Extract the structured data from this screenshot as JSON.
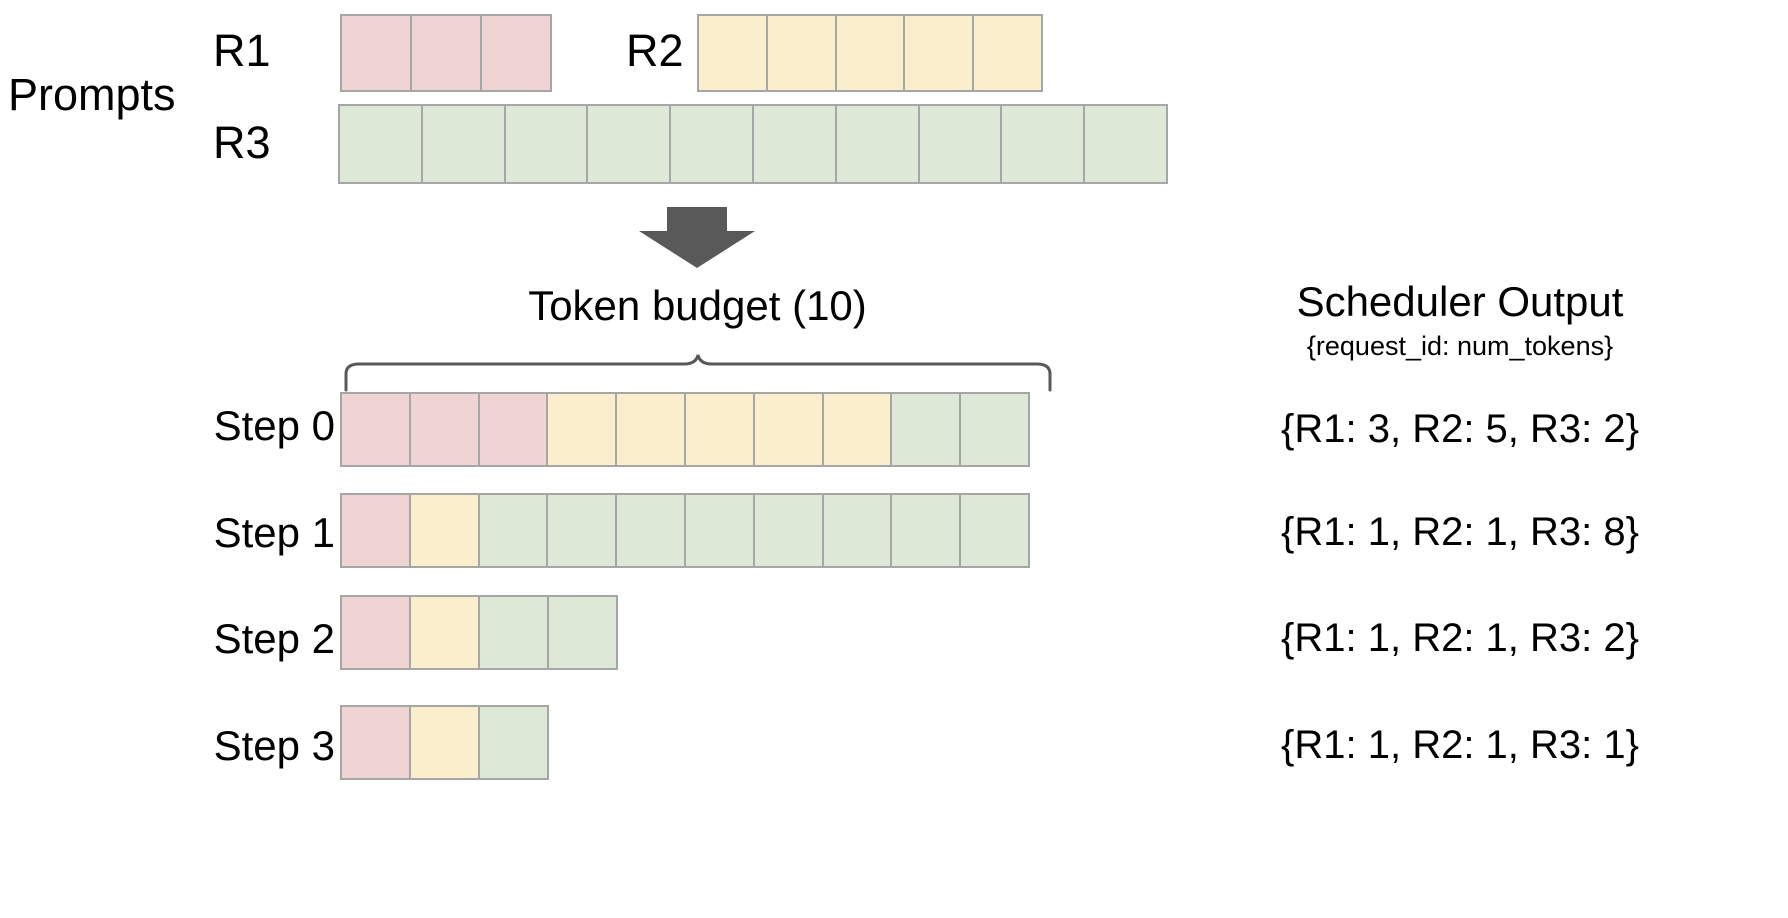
{
  "diagram": {
    "title_prompts": "Prompts",
    "token_budget_label": "Token budget (10)",
    "scheduler_output_title": "Scheduler Output",
    "scheduler_output_subtitle": "{request_id: num_tokens}",
    "arrow_icon": "down-arrow-icon",
    "brace_icon": "curly-brace-icon"
  },
  "colors": {
    "r1": "#f0d3d3",
    "r2": "#faeecd",
    "r3": "#dde8d6",
    "cell_border": "#a6a6a6",
    "arrow": "#595959",
    "brace": "#595959",
    "text": "#000000",
    "background": "#ffffff"
  },
  "prompts": [
    {
      "id": "R1",
      "label": "R1",
      "tokens": 3,
      "color_key": "r1"
    },
    {
      "id": "R2",
      "label": "R2",
      "tokens": 5,
      "color_key": "r2"
    },
    {
      "id": "R3",
      "label": "R3",
      "tokens": 10,
      "color_key": "r3"
    }
  ],
  "token_budget": 10,
  "steps": [
    {
      "label": "Step 0",
      "output": "{R1: 3, R2: 5, R3: 2}",
      "segments": [
        {
          "request": "R1",
          "count": 3,
          "color_key": "r1"
        },
        {
          "request": "R2",
          "count": 5,
          "color_key": "r2"
        },
        {
          "request": "R3",
          "count": 2,
          "color_key": "r3"
        }
      ]
    },
    {
      "label": "Step 1",
      "output": "{R1: 1, R2: 1, R3: 8}",
      "segments": [
        {
          "request": "R1",
          "count": 1,
          "color_key": "r1"
        },
        {
          "request": "R2",
          "count": 1,
          "color_key": "r2"
        },
        {
          "request": "R3",
          "count": 8,
          "color_key": "r3"
        }
      ]
    },
    {
      "label": "Step 2",
      "output": "{R1: 1, R2: 1, R3: 2}",
      "segments": [
        {
          "request": "R1",
          "count": 1,
          "color_key": "r1"
        },
        {
          "request": "R2",
          "count": 1,
          "color_key": "r2"
        },
        {
          "request": "R3",
          "count": 2,
          "color_key": "r3"
        }
      ]
    },
    {
      "label": "Step 3",
      "output": "{R1: 1, R2: 1, R3: 1}",
      "segments": [
        {
          "request": "R1",
          "count": 1,
          "color_key": "r1"
        },
        {
          "request": "R2",
          "count": 1,
          "color_key": "r2"
        },
        {
          "request": "R3",
          "count": 1,
          "color_key": "r3"
        }
      ]
    }
  ]
}
